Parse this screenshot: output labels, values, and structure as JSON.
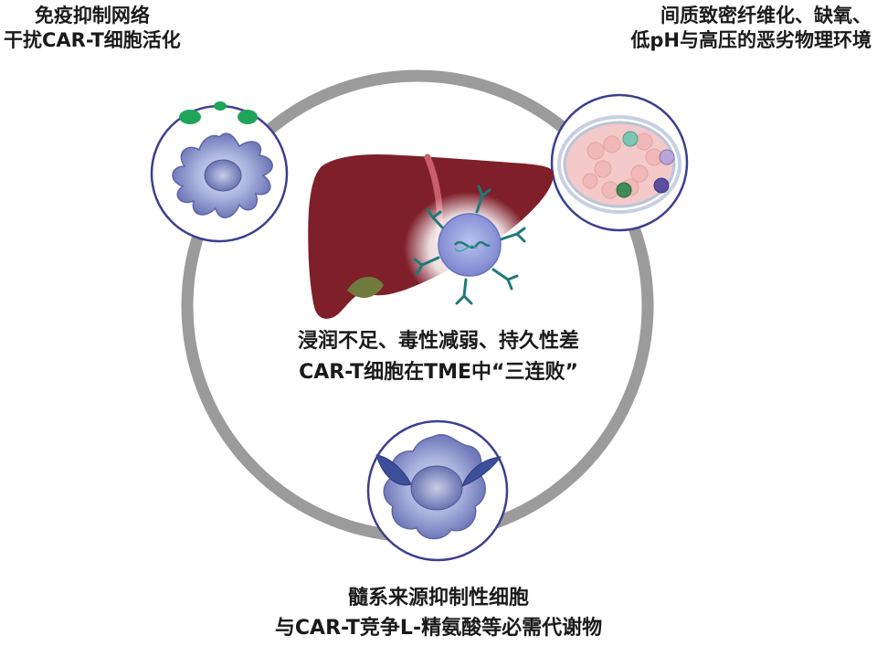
{
  "labels": {
    "top_left": [
      "免疫抑制网络",
      "干扰CAR-T细胞活化"
    ],
    "top_right": [
      "间质致密纤维化、缺氧、",
      "低pH与高压的恶劣物理环境"
    ],
    "center": [
      "浸润不足、毒性减弱、持久性差",
      "CAR-T细胞在TME中“三连败”"
    ],
    "bottom": [
      "髓系来源抑制性细胞",
      "与CAR-T竞争L-精氨酸等必需代谢物"
    ]
  },
  "colors": {
    "ring": "#9b9b9b",
    "circle_border": "#3d3f8f",
    "liver": "#7e1f2a",
    "gallbladder": "#6f7a3c",
    "cell_blue": "#8d98cf",
    "receptor_teal": "#1f7a78"
  }
}
